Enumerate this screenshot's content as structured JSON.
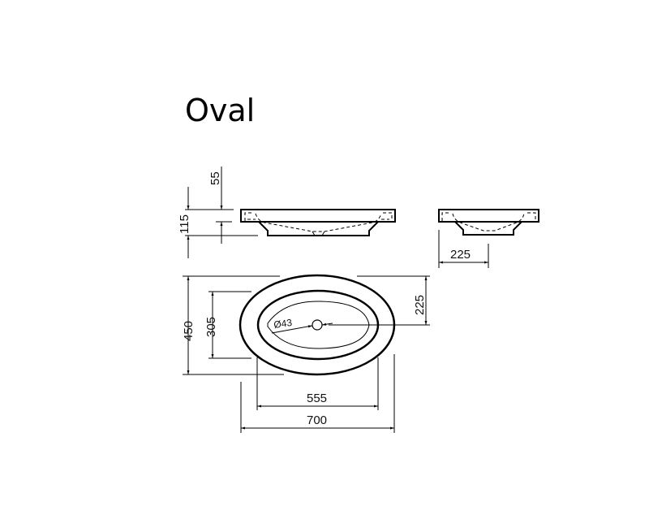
{
  "title": "Oval",
  "side_view": {
    "dims": {
      "height_total": "115",
      "height_rim": "55"
    }
  },
  "end_view": {
    "dims": {
      "half_depth": "225"
    }
  },
  "top_view": {
    "dims": {
      "outer_height": "450",
      "inner_height": "305",
      "drain_offset": "225",
      "drain_diameter": "Ø43",
      "inner_width": "555",
      "outer_width": "700"
    }
  }
}
